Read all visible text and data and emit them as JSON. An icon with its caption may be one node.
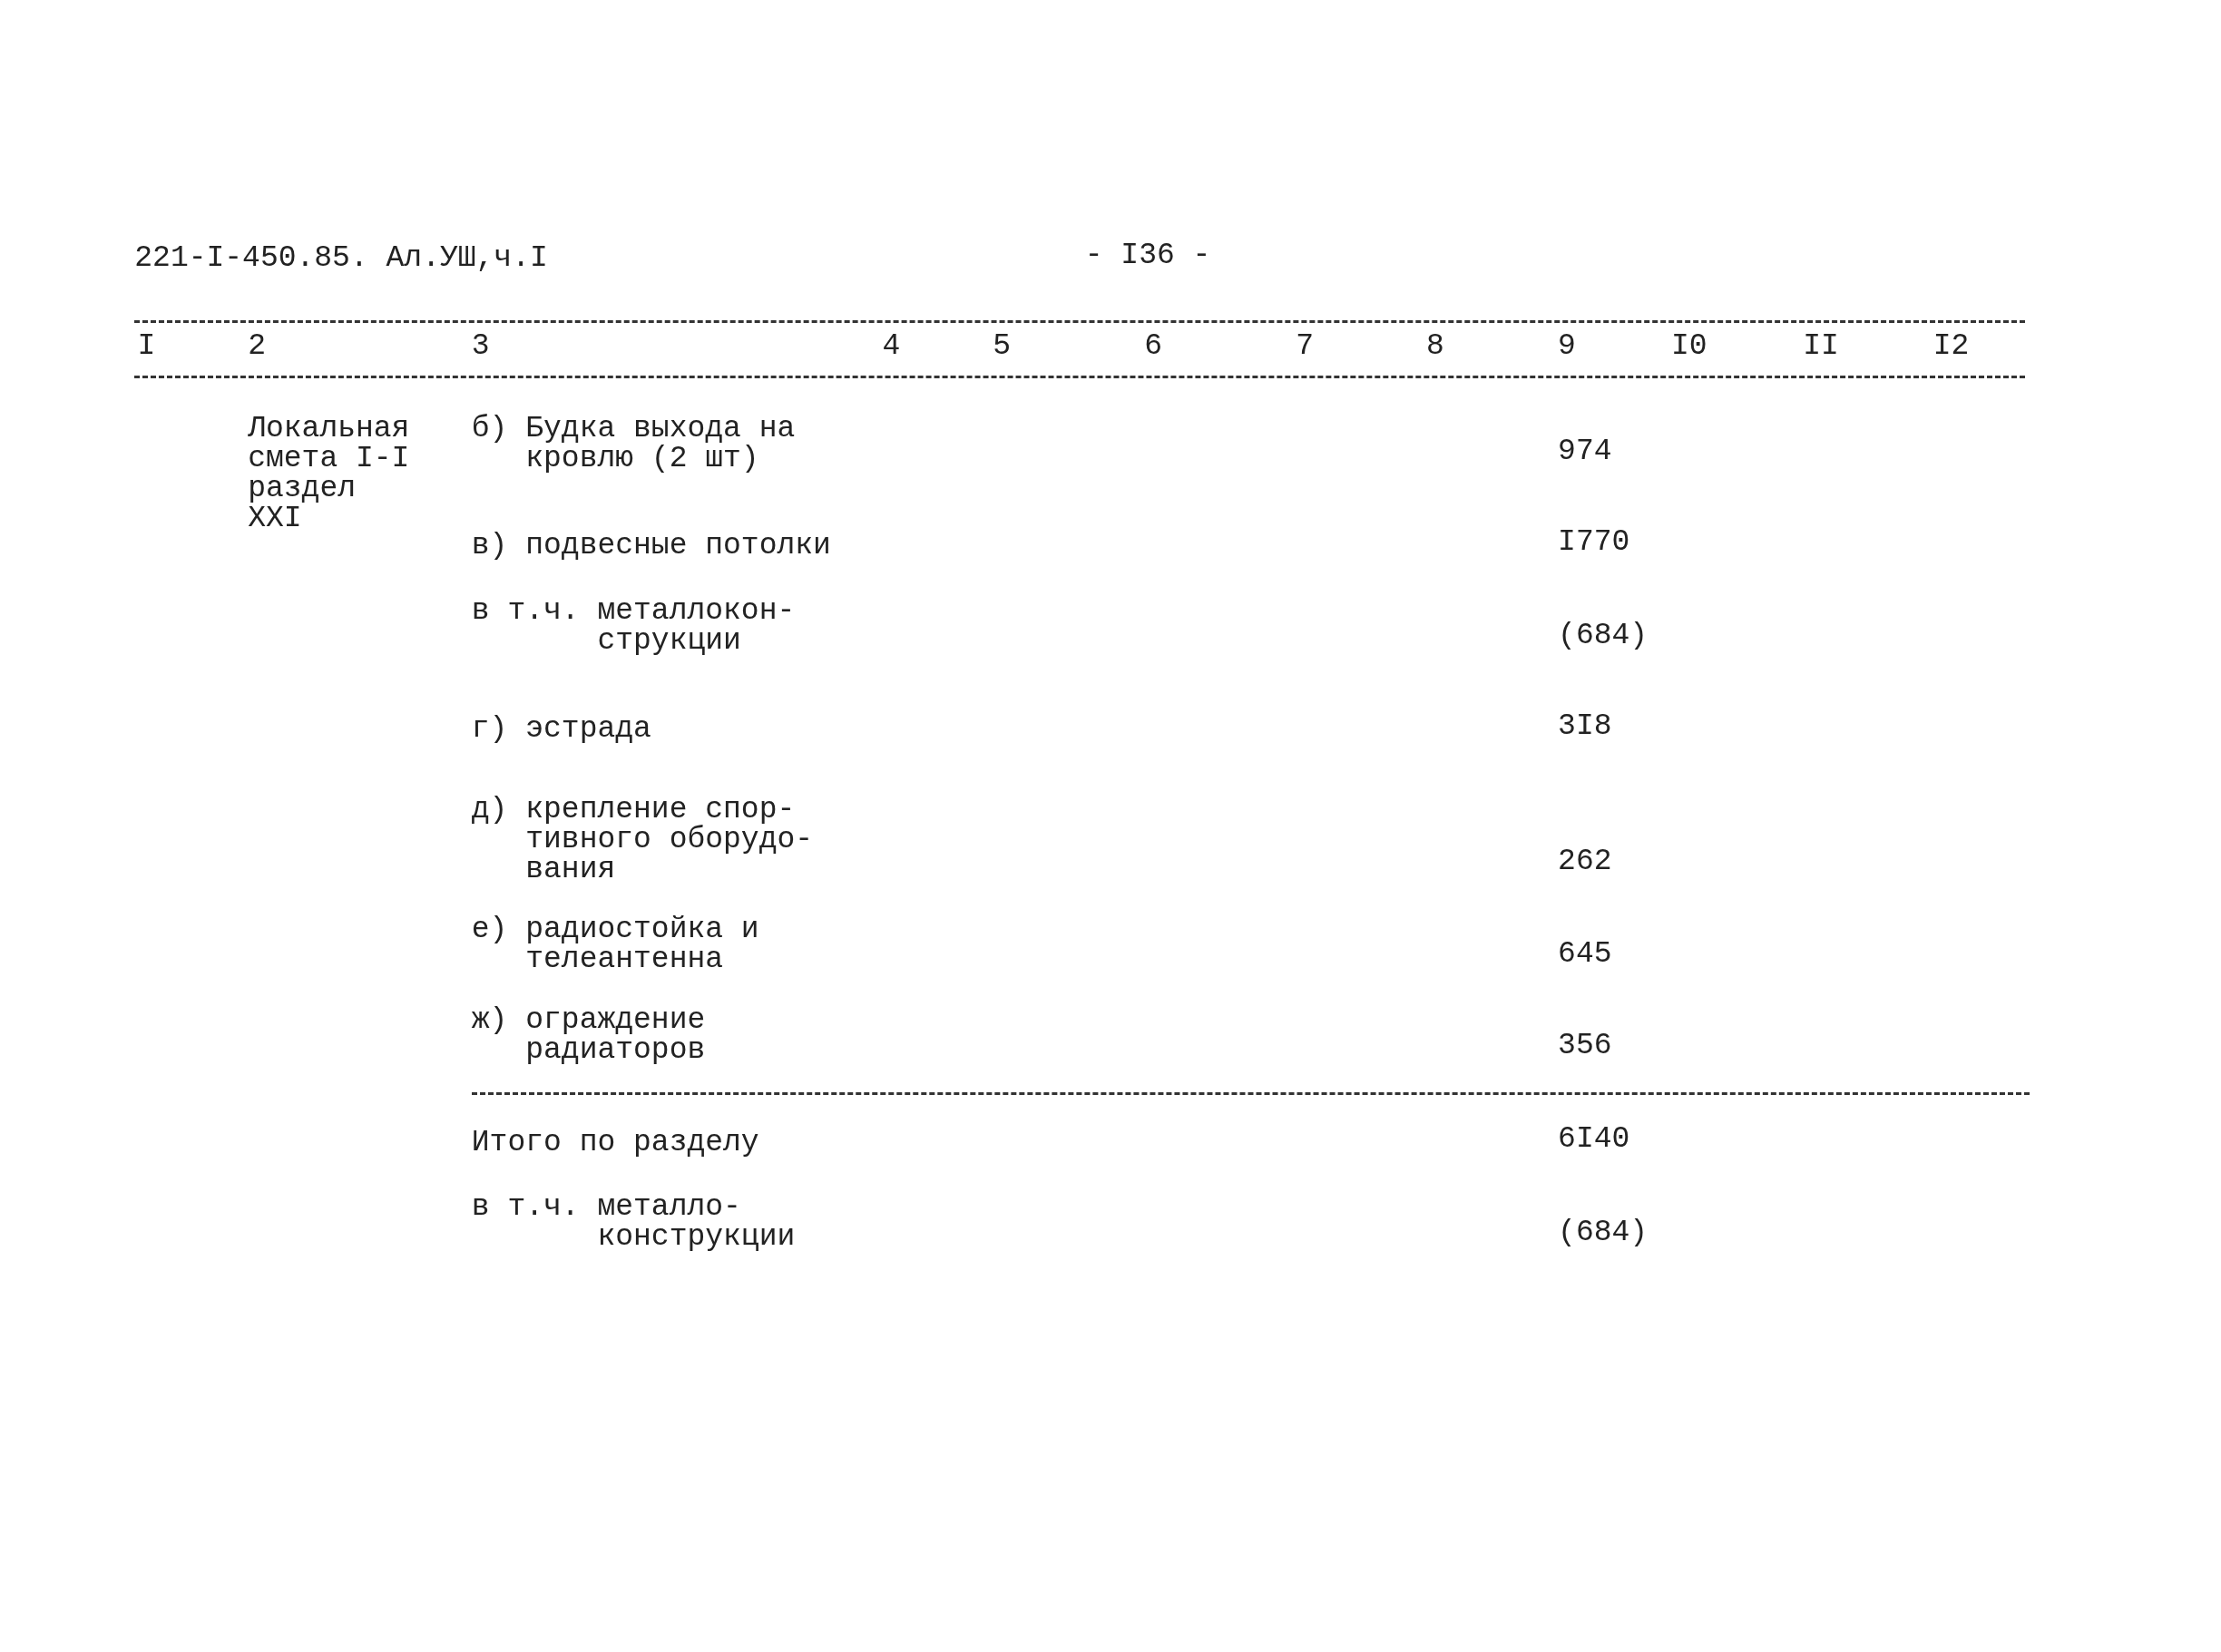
{
  "diagram": {
    "labels": [
      "221-I-450.85. Ал.УШ,ч.I",
      "- I36 -",
      "I",
      "2",
      "3",
      "4",
      "5",
      "6",
      "7",
      "8",
      "9",
      "I0",
      "II",
      "I2",
      "Локальная смета I-I раздел XXI",
      "б) Будка выхода на кровлю (2 шт)",
      "974",
      "в) подвесные потолки",
      "I770",
      "в т.ч. металлокон- струкции",
      "(684)",
      "г) эстрада",
      "3I8",
      "д) крепление спор- тивного оборудо- вания",
      "262",
      "е) радиостойка и телеантенна",
      "645",
      "ж) ограждение радиаторов",
      "356",
      "Итого по разделу",
      "6I40",
      "в т.ч. металло- конструкции",
      "(684)"
    ]
  }
}
